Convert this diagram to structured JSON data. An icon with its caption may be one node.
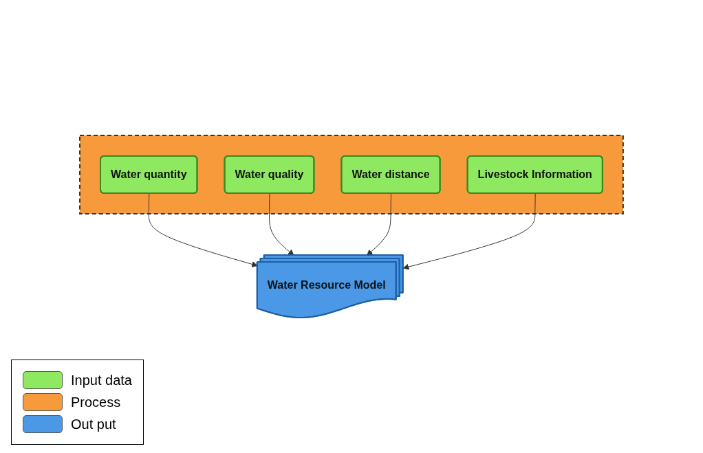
{
  "diagram": {
    "nodes": [
      {
        "text": [],
        "shape": "box"
      },
      {
        "text": [
          "Water quantity"
        ],
        "in": 0
      },
      {
        "text": [
          "Water quality"
        ],
        "in": 0
      },
      {
        "text": [
          "Water distance"
        ],
        "in": 0
      },
      {
        "text": [
          "Livestock Information"
        ],
        "in": 0
      },
      {
        "text": [
          "Water Resource Model"
        ]
      }
    ],
    "edges": [
      {
        "from": 1,
        "to": 5,
        "arrow": "to"
      },
      {
        "from": 2,
        "to": 5,
        "arrow": "to"
      },
      {
        "from": 3,
        "to": 5,
        "arrow": "to"
      },
      {
        "from": 4,
        "to": 5,
        "arrow": "to"
      }
    ],
    "legend": [
      {
        "text": "Input data",
        "color": "#8ee860"
      },
      {
        "text": "Process",
        "color": "#f79a3c"
      },
      {
        "text": "Out put",
        "color": "#4a98e6"
      }
    ]
  }
}
